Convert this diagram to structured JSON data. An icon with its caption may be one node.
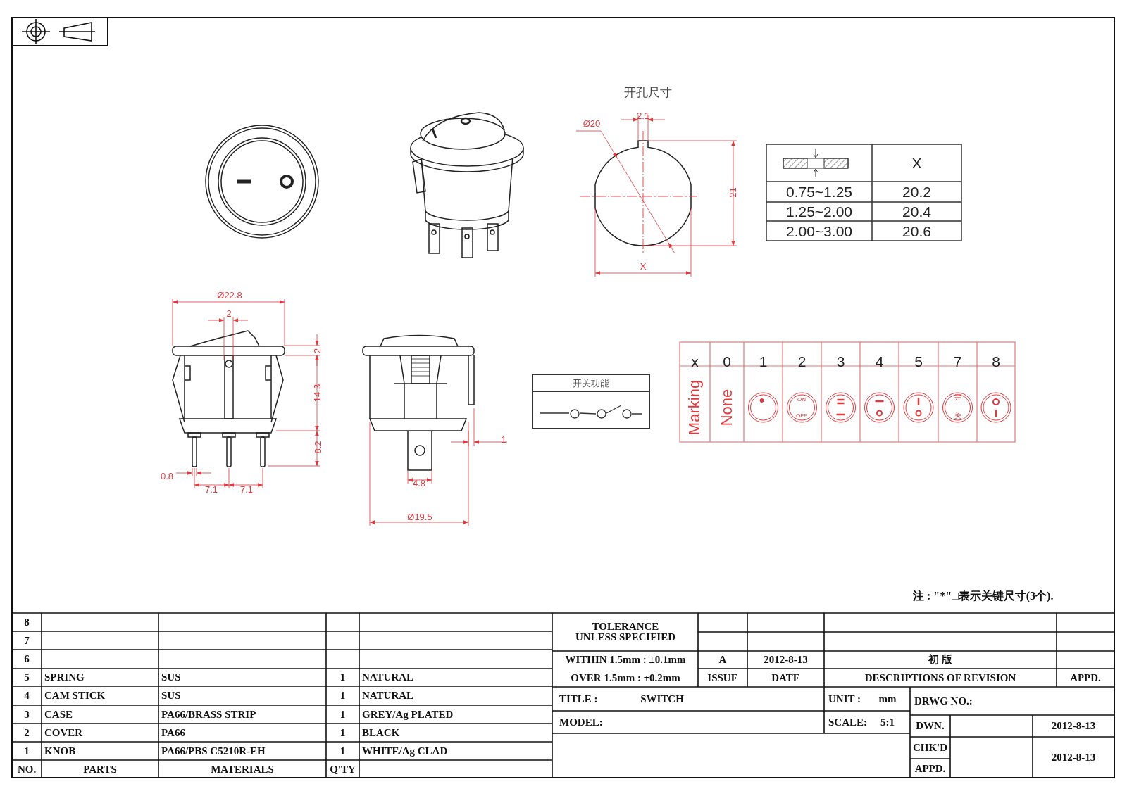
{
  "diagram": {
    "nodes": [
      {
        "text": [
          "开关功能"
        ]
      }
    ],
    "labels": [
      "开孔尺寸",
      "Ø20",
      "2.1",
      "21",
      "X",
      "X",
      "0.75~1.25",
      "20.2",
      "1.25~2.00",
      "20.4",
      "2.00~3.00",
      "20.6",
      "Ø22.8",
      "2",
      "2",
      "14.3",
      "8.2",
      "0.8",
      "7.1",
      "7.1",
      "1",
      "4.8",
      "Ø19.5",
      "x",
      "0",
      "1",
      "2",
      "3",
      "4",
      "5",
      "7",
      "8",
      "Marking",
      "None",
      "ON",
      "OFF",
      "开",
      "关",
      "注 : \"*\"□表示关键尺寸(3个).",
      "8",
      "7",
      "6",
      "5",
      "SPRING",
      "SUS",
      "1",
      "NATURAL",
      "4",
      "CAM STICK",
      "SUS",
      "1",
      "NATURAL",
      "3",
      "CASE",
      "PA66/BRASS STRIP",
      "1",
      "GREY/Ag PLATED",
      "2",
      "COVER",
      "PA66",
      "1",
      "BLACK",
      "1",
      "KNOB",
      "PA66/PBS C5210R-EH",
      "1",
      "WHITE/Ag CLAD",
      "NO.",
      "PARTS",
      "MATERIALS",
      "Q'TY",
      "TOLERANCE UNLESS SPECIFIED",
      "WITHIN 1.5mm : ±0.1mm",
      "A",
      "2012-8-13",
      "初 版",
      "OVER 1.5mm : ±0.2mm",
      "ISSUE",
      "DATE",
      "DESCRIPTIONS OF REVISION",
      "APPD.",
      "TITLE :",
      "SWITCH",
      "UNIT :",
      "mm",
      "DRWG NO.:",
      "MODEL:",
      "SCALE:",
      "5:1",
      "DWN.",
      "2012-8-13",
      "CHK'D",
      "2012-8-13",
      "APPD."
    ]
  }
}
